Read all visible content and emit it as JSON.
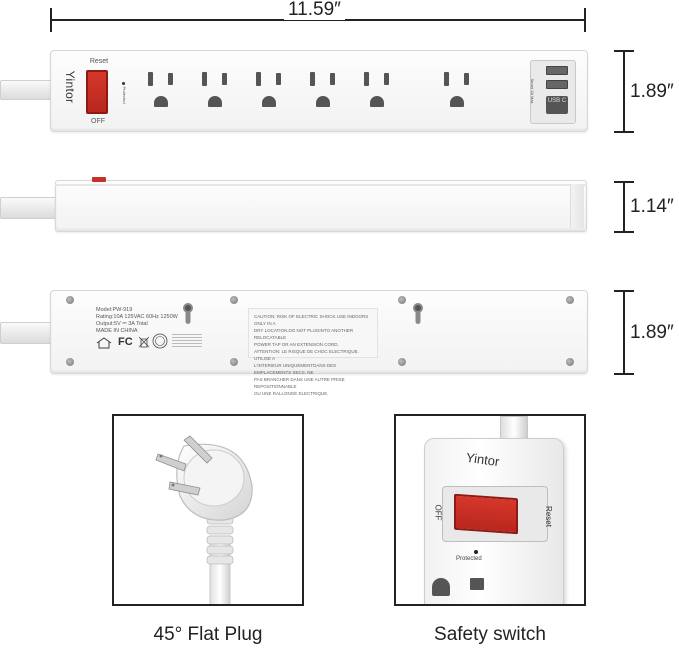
{
  "dimensions": {
    "width": "11.59″",
    "height_top": "1.89″",
    "depth_side": "1.14″",
    "height_bottom": "1.89″"
  },
  "strip_top": {
    "brand": "Yintor",
    "switch_top_label": "Reset",
    "switch_bottom_label": "OFF",
    "indicator_label": "Protected",
    "usb_side_label": "Smart 3A Max",
    "usbc_label": "USB C"
  },
  "strip_back": {
    "info_lines": [
      "Model:PW-919",
      "Rating:10A 125VAC 60Hz 1250W",
      "Output:5V ⎓ 3A Total",
      "MADE IN CHINA"
    ],
    "cert_fc": "FC",
    "caution_lines": [
      "CAUTION: RISK OF ELECTRIC SHOCK USE INDOORS ONLY IN A",
      "DRY LOCATION.DO NOT PLUGINTO ANOTHER RELOCATABLE",
      "POWER TAP OR AN EXTENSION CORD.",
      "ATTENTION: LE RISQUE DE CHOC ELECTRIQUE. UTILISE A",
      "L'INTERIEUR UNIQUEMENTDANS DES EMPLACEMENTS SECS. NE",
      "PAS BRANCHER DANS UNE AUTRE PRISE REPOSITIONNABLE",
      "OU UNE RALLONGE ELECTRIQUE."
    ]
  },
  "closeup_plug": {
    "caption": "45° Flat Plug"
  },
  "closeup_switch": {
    "caption": "Safety switch",
    "brand": "Yintor",
    "off_label": "OFF",
    "reset_label": "Reset",
    "protected_label": "Protected"
  },
  "colors": {
    "switch_red": "#c8302a",
    "body_white": "#f5f5f5",
    "outline": "#222222"
  }
}
